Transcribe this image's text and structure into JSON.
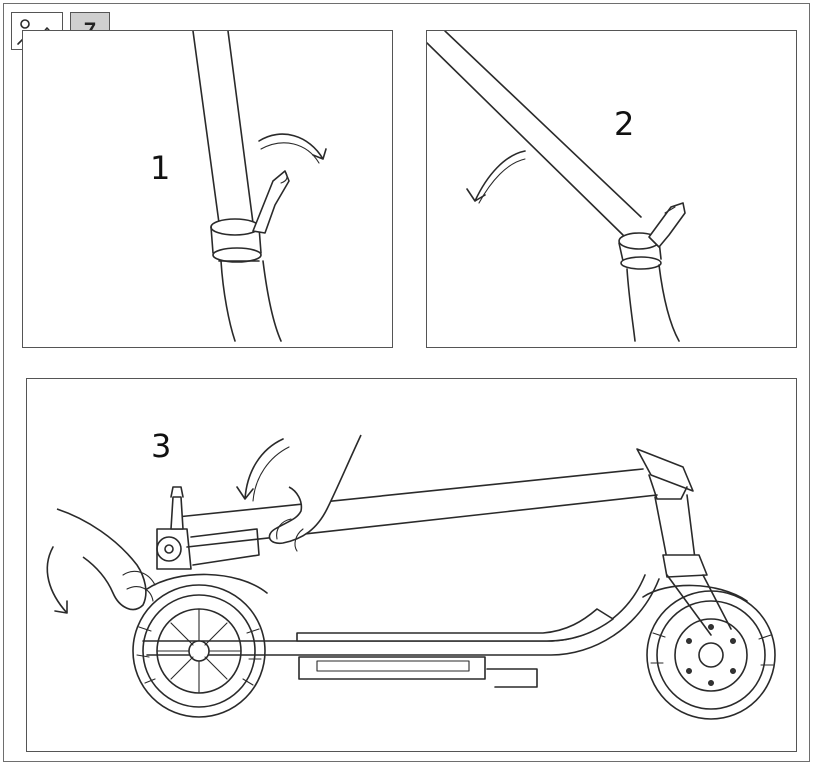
{
  "figure": {
    "number": "7",
    "badge_icon": "image-icon",
    "steps": [
      {
        "label": "1"
      },
      {
        "label": "2"
      },
      {
        "label": "3"
      }
    ]
  }
}
